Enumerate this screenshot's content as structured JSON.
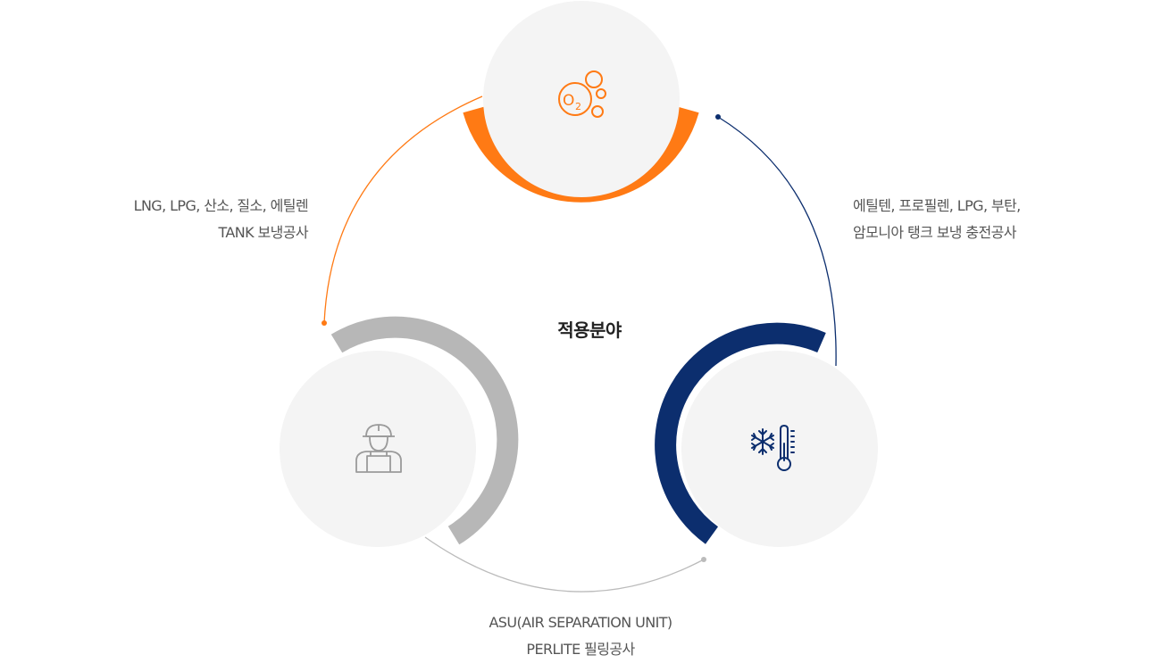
{
  "center": {
    "title": "적용분야"
  },
  "nodes": [
    {
      "id": "top",
      "icon": "oxygen-bubbles-icon",
      "arc_color": "#ff7a14",
      "label_lines": [
        "LNG, LPG, 산소, 질소, 에틸렌",
        "TANK 보냉공사"
      ]
    },
    {
      "id": "right",
      "icon": "snowflake-thermometer-icon",
      "arc_color": "#0c2e6e",
      "label_lines": [
        "에틸텐, 프로필렌, LPG, 부탄,",
        "암모니아 탱크 보냉 충전공사"
      ]
    },
    {
      "id": "left",
      "icon": "worker-icon",
      "arc_color": "#b7b7b7",
      "label_lines": [
        "ASU(AIR SEPARATION UNIT)",
        "PERLITE 필링공사"
      ]
    }
  ],
  "icons": {
    "oxygen_symbol": "O",
    "oxygen_subscript": "2"
  },
  "colors": {
    "circle_fill": "#f4f4f4",
    "connector_orange": "#ff7a14",
    "connector_navy": "#0c2e6e",
    "connector_gray": "#bbbbbb",
    "icon_gray": "#9a9a9a"
  }
}
